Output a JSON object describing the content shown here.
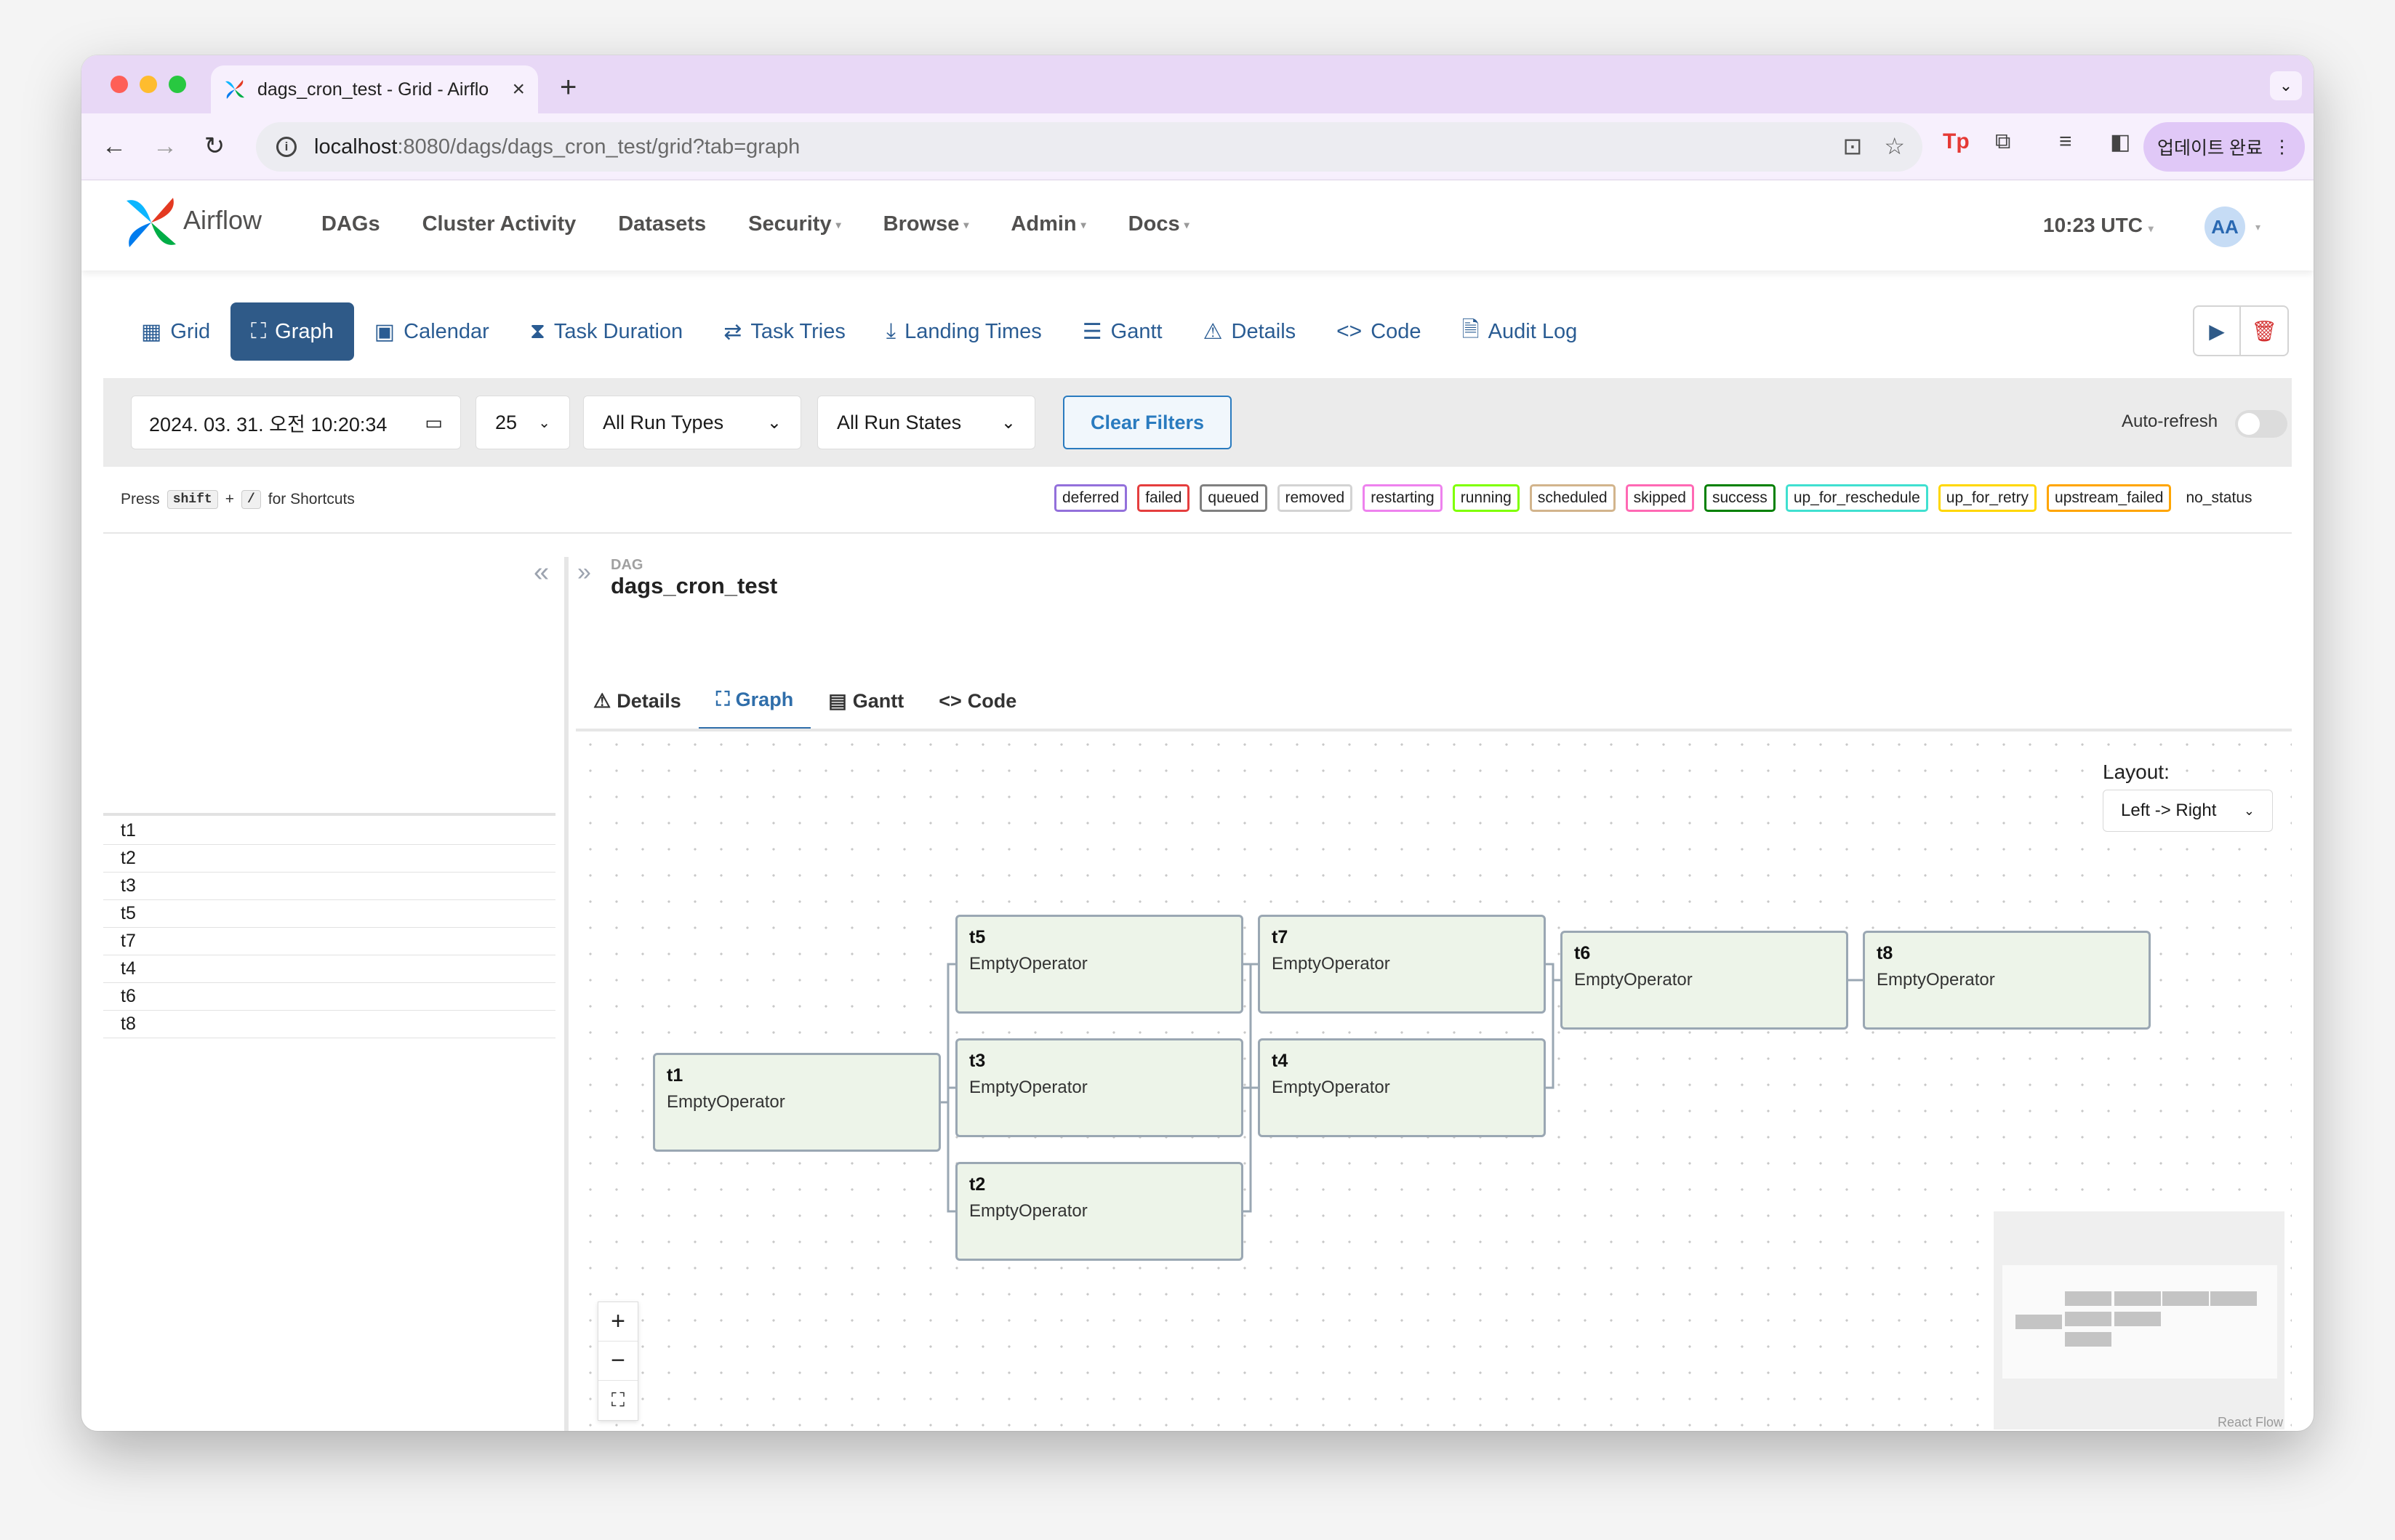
{
  "browser": {
    "tab_title": "dags_cron_test - Grid - Airflo",
    "url_host": "localhost",
    "url_path": ":8080/dags/dags_cron_test/grid?tab=graph",
    "update_label": "업데이트 완료"
  },
  "header": {
    "logo_text": "Airflow",
    "menu": [
      {
        "label": "DAGs",
        "dropdown": false
      },
      {
        "label": "Cluster Activity",
        "dropdown": false
      },
      {
        "label": "Datasets",
        "dropdown": false
      },
      {
        "label": "Security",
        "dropdown": true
      },
      {
        "label": "Browse",
        "dropdown": true
      },
      {
        "label": "Admin",
        "dropdown": true
      },
      {
        "label": "Docs",
        "dropdown": true
      }
    ],
    "time": "10:23 UTC",
    "avatar": "AA"
  },
  "view_tabs": [
    {
      "label": "Grid",
      "icon": "grid-icon",
      "glyph": "▦",
      "active": false
    },
    {
      "label": "Graph",
      "icon": "graph-icon",
      "glyph": "⛶",
      "active": true
    },
    {
      "label": "Calendar",
      "icon": "calendar-icon",
      "glyph": "▣",
      "active": false
    },
    {
      "label": "Task Duration",
      "icon": "hourglass-icon",
      "glyph": "⧗",
      "active": false
    },
    {
      "label": "Task Tries",
      "icon": "retry-icon",
      "glyph": "⇄",
      "active": false
    },
    {
      "label": "Landing Times",
      "icon": "landing-icon",
      "glyph": "⤓",
      "active": false
    },
    {
      "label": "Gantt",
      "icon": "gantt-icon",
      "glyph": "☰",
      "active": false
    },
    {
      "label": "Details",
      "icon": "warning-icon",
      "glyph": "⚠",
      "active": false
    },
    {
      "label": "Code",
      "icon": "code-icon",
      "glyph": "<>",
      "active": false
    },
    {
      "label": "Audit Log",
      "icon": "audit-log-icon",
      "glyph": "🗎",
      "active": false
    }
  ],
  "filters": {
    "date": "2024. 03. 31. 오전 10:20:34",
    "num_runs": "25",
    "run_types": "All Run Types",
    "run_states": "All Run States",
    "clear_label": "Clear Filters",
    "auto_refresh_label": "Auto-refresh",
    "auto_refresh_on": false
  },
  "shortcut": {
    "prefix": "Press",
    "key1": "shift",
    "plus": "+",
    "key2": "/",
    "suffix": "for Shortcuts"
  },
  "legend": [
    {
      "label": "deferred",
      "color": "#9370db"
    },
    {
      "label": "failed",
      "color": "#e53e3e"
    },
    {
      "label": "queued",
      "color": "#808080"
    },
    {
      "label": "removed",
      "color": "#d3d3d3"
    },
    {
      "label": "restarting",
      "color": "#ee82ee"
    },
    {
      "label": "running",
      "color": "#7fff00"
    },
    {
      "label": "scheduled",
      "color": "#d2b48c"
    },
    {
      "label": "skipped",
      "color": "#ff69b4"
    },
    {
      "label": "success",
      "color": "#008000"
    },
    {
      "label": "up_for_reschedule",
      "color": "#40e0d0"
    },
    {
      "label": "up_for_retry",
      "color": "#ffd700"
    },
    {
      "label": "upstream_failed",
      "color": "#ffa500"
    },
    {
      "label": "no_status",
      "color": ""
    }
  ],
  "tasks": [
    "t1",
    "t2",
    "t3",
    "t5",
    "t7",
    "t4",
    "t6",
    "t8"
  ],
  "dag": {
    "kicker": "DAG",
    "name": "dags_cron_test"
  },
  "sub_tabs": [
    {
      "label": "Details",
      "glyph": "⚠",
      "active": false
    },
    {
      "label": "Graph",
      "glyph": "⛶",
      "active": true
    },
    {
      "label": "Gantt",
      "glyph": "▤",
      "active": false
    },
    {
      "label": "Code",
      "glyph": "<>",
      "active": false
    }
  ],
  "graph": {
    "layout_label": "Layout:",
    "layout_value": "Left -> Right",
    "credit": "React Flow",
    "nodes": [
      {
        "id": "t1",
        "operator": "EmptyOperator"
      },
      {
        "id": "t5",
        "operator": "EmptyOperator"
      },
      {
        "id": "t3",
        "operator": "EmptyOperator"
      },
      {
        "id": "t2",
        "operator": "EmptyOperator"
      },
      {
        "id": "t7",
        "operator": "EmptyOperator"
      },
      {
        "id": "t4",
        "operator": "EmptyOperator"
      },
      {
        "id": "t6",
        "operator": "EmptyOperator"
      },
      {
        "id": "t8",
        "operator": "EmptyOperator"
      }
    ]
  }
}
